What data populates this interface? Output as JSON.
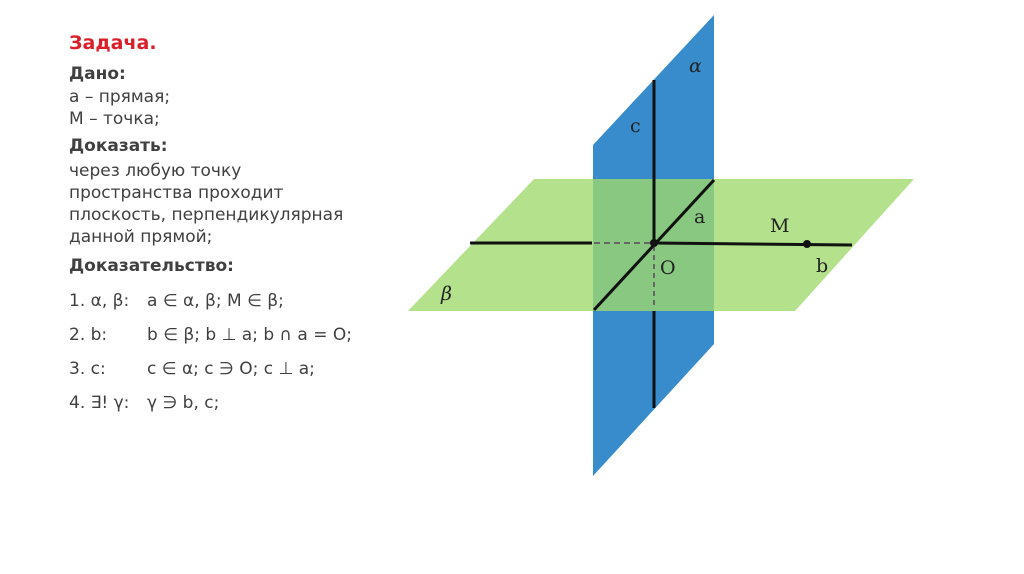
{
  "title": "Задача.",
  "given": {
    "heading": "Дано:",
    "lines": [
      "a – прямая;",
      "M – точка;"
    ]
  },
  "prove": {
    "heading": "Доказать:",
    "lines": [
      "через любую точку",
      "пространства проходит",
      "плоскость, перпендикулярная",
      "данной прямой;"
    ]
  },
  "proof": {
    "heading": "Доказательство:",
    "steps": [
      {
        "num": "1. α, β:",
        "text": "a ∈ α, β;  M ∈ β;"
      },
      {
        "num": "2. b:",
        "text": "b ∈ β;  b ⊥ a;  b ∩ a = O;"
      },
      {
        "num": "3. c:",
        "text": "c ∈ α;  c ∋ O;  c ⊥ a;"
      },
      {
        "num": "4. ∃! γ:",
        "text": "γ ∋ b, c;"
      }
    ]
  },
  "diagram": {
    "labels": {
      "alpha": "α",
      "beta": "β",
      "c": "c",
      "a": "a",
      "M": "M",
      "b": "b",
      "O": "O"
    },
    "colors": {
      "plane_alpha": "#2e86c8",
      "plane_beta": "#9fd86a",
      "line": "#111111",
      "hidden": "#666666"
    }
  }
}
